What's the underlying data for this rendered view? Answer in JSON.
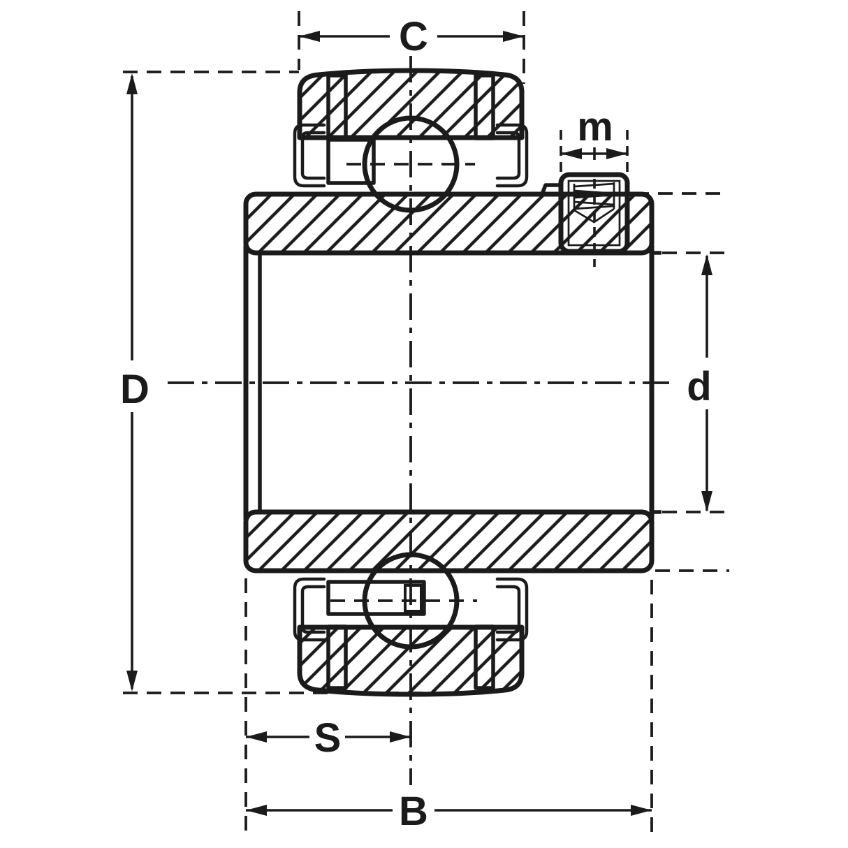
{
  "drawing": {
    "kind": "bearing cross-section technical drawing",
    "background_color": "#ffffff",
    "line_color": "#1b1b1b",
    "dimension_labels": {
      "outer_ring_width": "C",
      "set_screw_boss_width": "m",
      "outside_diameter": "D",
      "bore_diameter": "d",
      "inner_ring_protrusion": "S",
      "inner_ring_total_width": "B"
    }
  }
}
